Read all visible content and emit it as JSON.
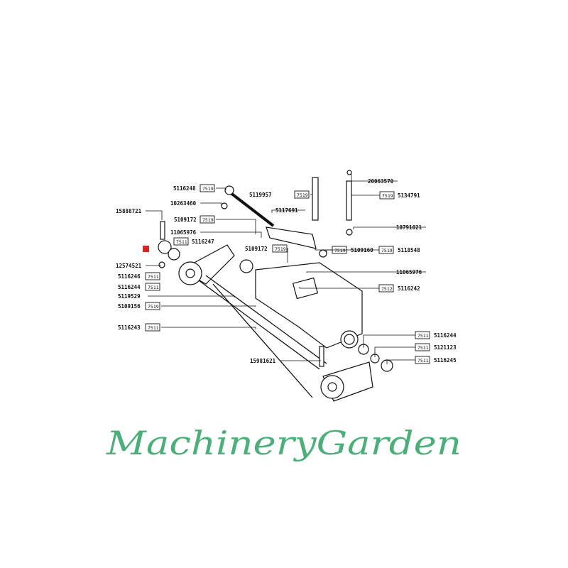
{
  "diagram": {
    "callouts": [
      {
        "part": "5116248",
        "code": "7519"
      },
      {
        "part": "10263460",
        "code": ""
      },
      {
        "part": "15888721",
        "code": ""
      },
      {
        "part": "5109172",
        "code": "7519"
      },
      {
        "part": "11065976",
        "code": ""
      },
      {
        "part": "5116247",
        "code": "7511"
      },
      {
        "part": "5109172",
        "code": "7519"
      },
      {
        "part": "12574521",
        "code": ""
      },
      {
        "part": "5116246",
        "code": "7511"
      },
      {
        "part": "5116244",
        "code": "7511"
      },
      {
        "part": "5119529",
        "code": ""
      },
      {
        "part": "5109156",
        "code": "7519"
      },
      {
        "part": "5116243",
        "code": "7511"
      },
      {
        "part": "15981621",
        "code": ""
      },
      {
        "part": "5119957",
        "code": "7519"
      },
      {
        "part": "5117691",
        "code": ""
      },
      {
        "part": "20063570",
        "code": ""
      },
      {
        "part": "5134791",
        "code": "7519"
      },
      {
        "part": "10791021",
        "code": ""
      },
      {
        "part": "5109160",
        "code": "7519"
      },
      {
        "part": "5118548",
        "code": "7519"
      },
      {
        "part": "11065976",
        "code": ""
      },
      {
        "part": "5116242",
        "code": "7512"
      },
      {
        "part": "5116244",
        "code": "7511"
      },
      {
        "part": "5121123",
        "code": "7511"
      },
      {
        "part": "5116245",
        "code": "7511"
      }
    ],
    "watermark": "MachineryGarden",
    "colors": {
      "marker": "#e02020",
      "watermark": "#4caf7a"
    }
  }
}
